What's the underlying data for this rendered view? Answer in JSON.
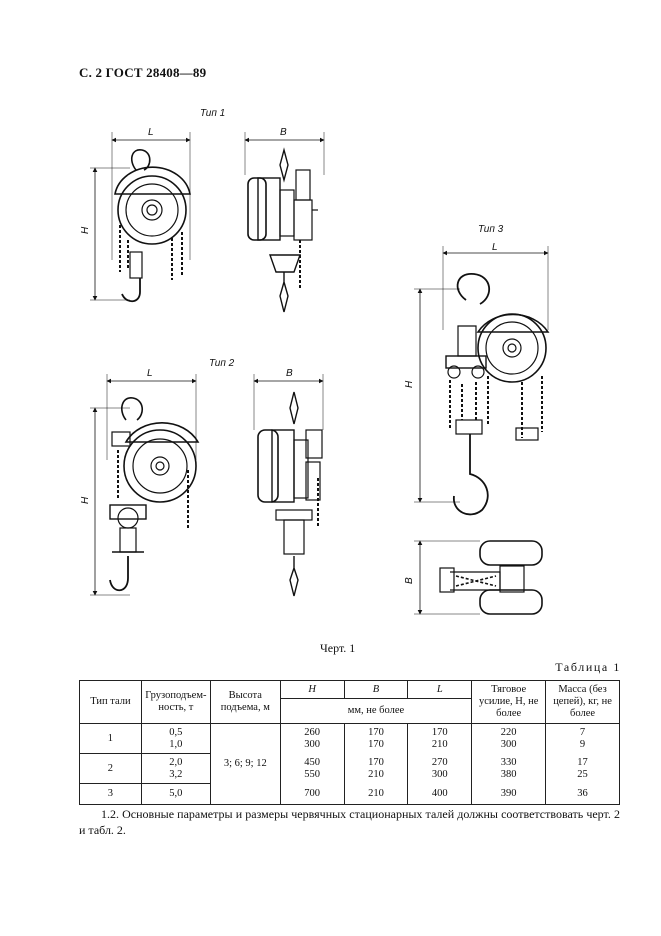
{
  "header": "С. 2 ГОСТ 28408—89",
  "figure": {
    "type_labels": [
      "Тип 1",
      "Тип 2",
      "Тип 3"
    ],
    "dim_labels": {
      "L": "L",
      "B": "B",
      "H": "H"
    },
    "caption": "Черт. 1"
  },
  "table": {
    "name": "Таблица 1",
    "headers": {
      "type": "Тип тали",
      "capacity": "Грузоподъем-ность, т",
      "lift_height": "Высота подъема, м",
      "H": "H",
      "B": "B",
      "L": "L",
      "dims_note": "мм, не более",
      "force": "Тяговое усилие, Н, не более",
      "mass": "Масса (без цепей), кг, не более"
    },
    "lift_height_value": "3; 6; 9; 12",
    "rows": [
      {
        "type": "1",
        "capacity": [
          "0,5",
          "1,0"
        ],
        "H": [
          "260",
          "300"
        ],
        "B": [
          "170",
          "170"
        ],
        "L": [
          "170",
          "210"
        ],
        "force": [
          "220",
          "300"
        ],
        "mass": [
          "7",
          "9"
        ]
      },
      {
        "type": "2",
        "capacity": [
          "2,0",
          "3,2"
        ],
        "H": [
          "450",
          "550"
        ],
        "B": [
          "170",
          "210"
        ],
        "L": [
          "270",
          "300"
        ],
        "force": [
          "330",
          "380"
        ],
        "mass": [
          "17",
          "25"
        ]
      },
      {
        "type": "3",
        "capacity": [
          "5,0"
        ],
        "H": [
          "700"
        ],
        "B": [
          "210"
        ],
        "L": [
          "400"
        ],
        "force": [
          "390"
        ],
        "mass": [
          "36"
        ]
      }
    ]
  },
  "paragraph": "1.2. Основные параметры и размеры червячных стационарных талей должны соответствовать черт. 2 и табл. 2."
}
